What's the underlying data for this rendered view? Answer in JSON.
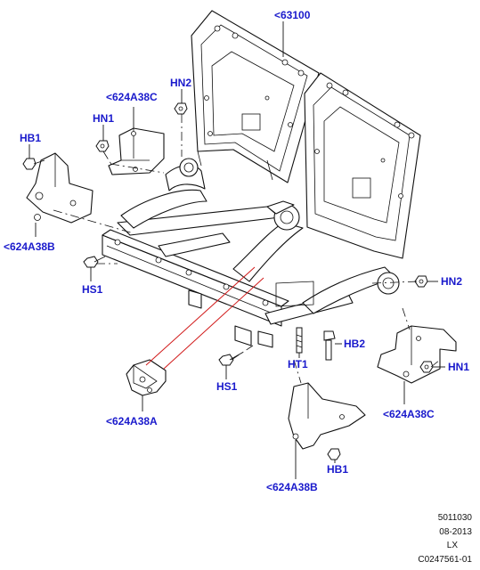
{
  "labels": {
    "seat_back": "<63100",
    "hn2_top": "HN2",
    "bracket_c_top": "<624A38C",
    "hn1_left": "HN1",
    "hb1_left": "HB1",
    "bracket_b_left": "<624A38B",
    "hs1_left": "HS1",
    "hn2_right": "HN2",
    "hb2": "HB2",
    "ht1": "HT1",
    "hn1_right": "HN1",
    "hs1_mid": "HS1",
    "bracket_a": "<624A38A",
    "bracket_c_right": "<624A38C",
    "hb1_bottom": "HB1",
    "bracket_b_bottom": "<624A38B"
  },
  "footer": {
    "line1": "5011030",
    "line2": "08-2013",
    "line3": "LX",
    "line4": "C0247561-01"
  },
  "colors": {
    "label": "#1a1acc",
    "callout_line": "#d11a1a",
    "outline": "#111111"
  }
}
